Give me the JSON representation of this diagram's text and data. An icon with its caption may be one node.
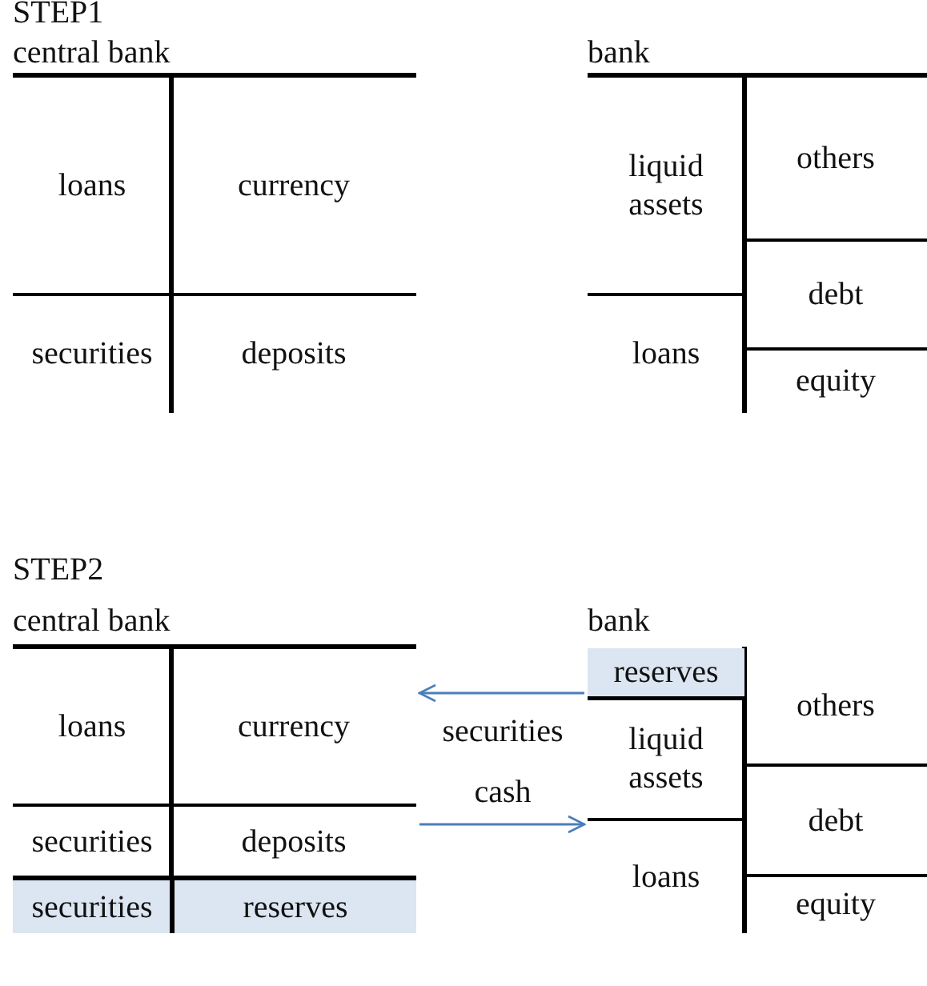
{
  "diagram": {
    "nodes": [
      {
        "text": [
          "central bank"
        ]
      },
      {
        "text": [
          "loans"
        ],
        "in": 0
      },
      {
        "text": [
          "currency"
        ],
        "in": 0
      },
      {
        "text": [
          "securities"
        ],
        "in": 0
      },
      {
        "text": [
          "deposits"
        ],
        "in": 0
      },
      {
        "text": [
          "bank"
        ]
      },
      {
        "text": [
          "liquid assets"
        ],
        "in": 5
      },
      {
        "text": [
          "others"
        ],
        "in": 5
      },
      {
        "text": [
          "debt"
        ],
        "in": 5
      },
      {
        "text": [
          "loans"
        ],
        "in": 5
      },
      {
        "text": [
          "equity"
        ],
        "in": 5
      },
      {
        "text": [
          "central bank"
        ]
      },
      {
        "text": [
          "loans"
        ],
        "in": 11
      },
      {
        "text": [
          "currency"
        ],
        "in": 11
      },
      {
        "text": [
          "securities"
        ],
        "in": 11
      },
      {
        "text": [
          "deposits"
        ],
        "in": 11
      },
      {
        "text": [
          "securities"
        ],
        "in": 11
      },
      {
        "text": [
          "reserves"
        ],
        "in": 11
      },
      {
        "text": [
          "bank"
        ]
      },
      {
        "text": [
          "reserves"
        ],
        "in": 18
      },
      {
        "text": [
          "others"
        ],
        "in": 18
      },
      {
        "text": [
          "liquid assets"
        ],
        "in": 18
      },
      {
        "text": [
          "debt"
        ],
        "in": 18
      },
      {
        "text": [
          "loans"
        ],
        "in": 18
      },
      {
        "text": [
          "equity"
        ],
        "in": 18
      }
    ],
    "edges": [
      {
        "from": 18,
        "to": 11,
        "arrow": "to",
        "label": "securities"
      },
      {
        "from": 11,
        "to": 18,
        "arrow": "to",
        "label": "cash"
      }
    ],
    "labels": [
      "STEP1",
      "STEP2"
    ]
  }
}
